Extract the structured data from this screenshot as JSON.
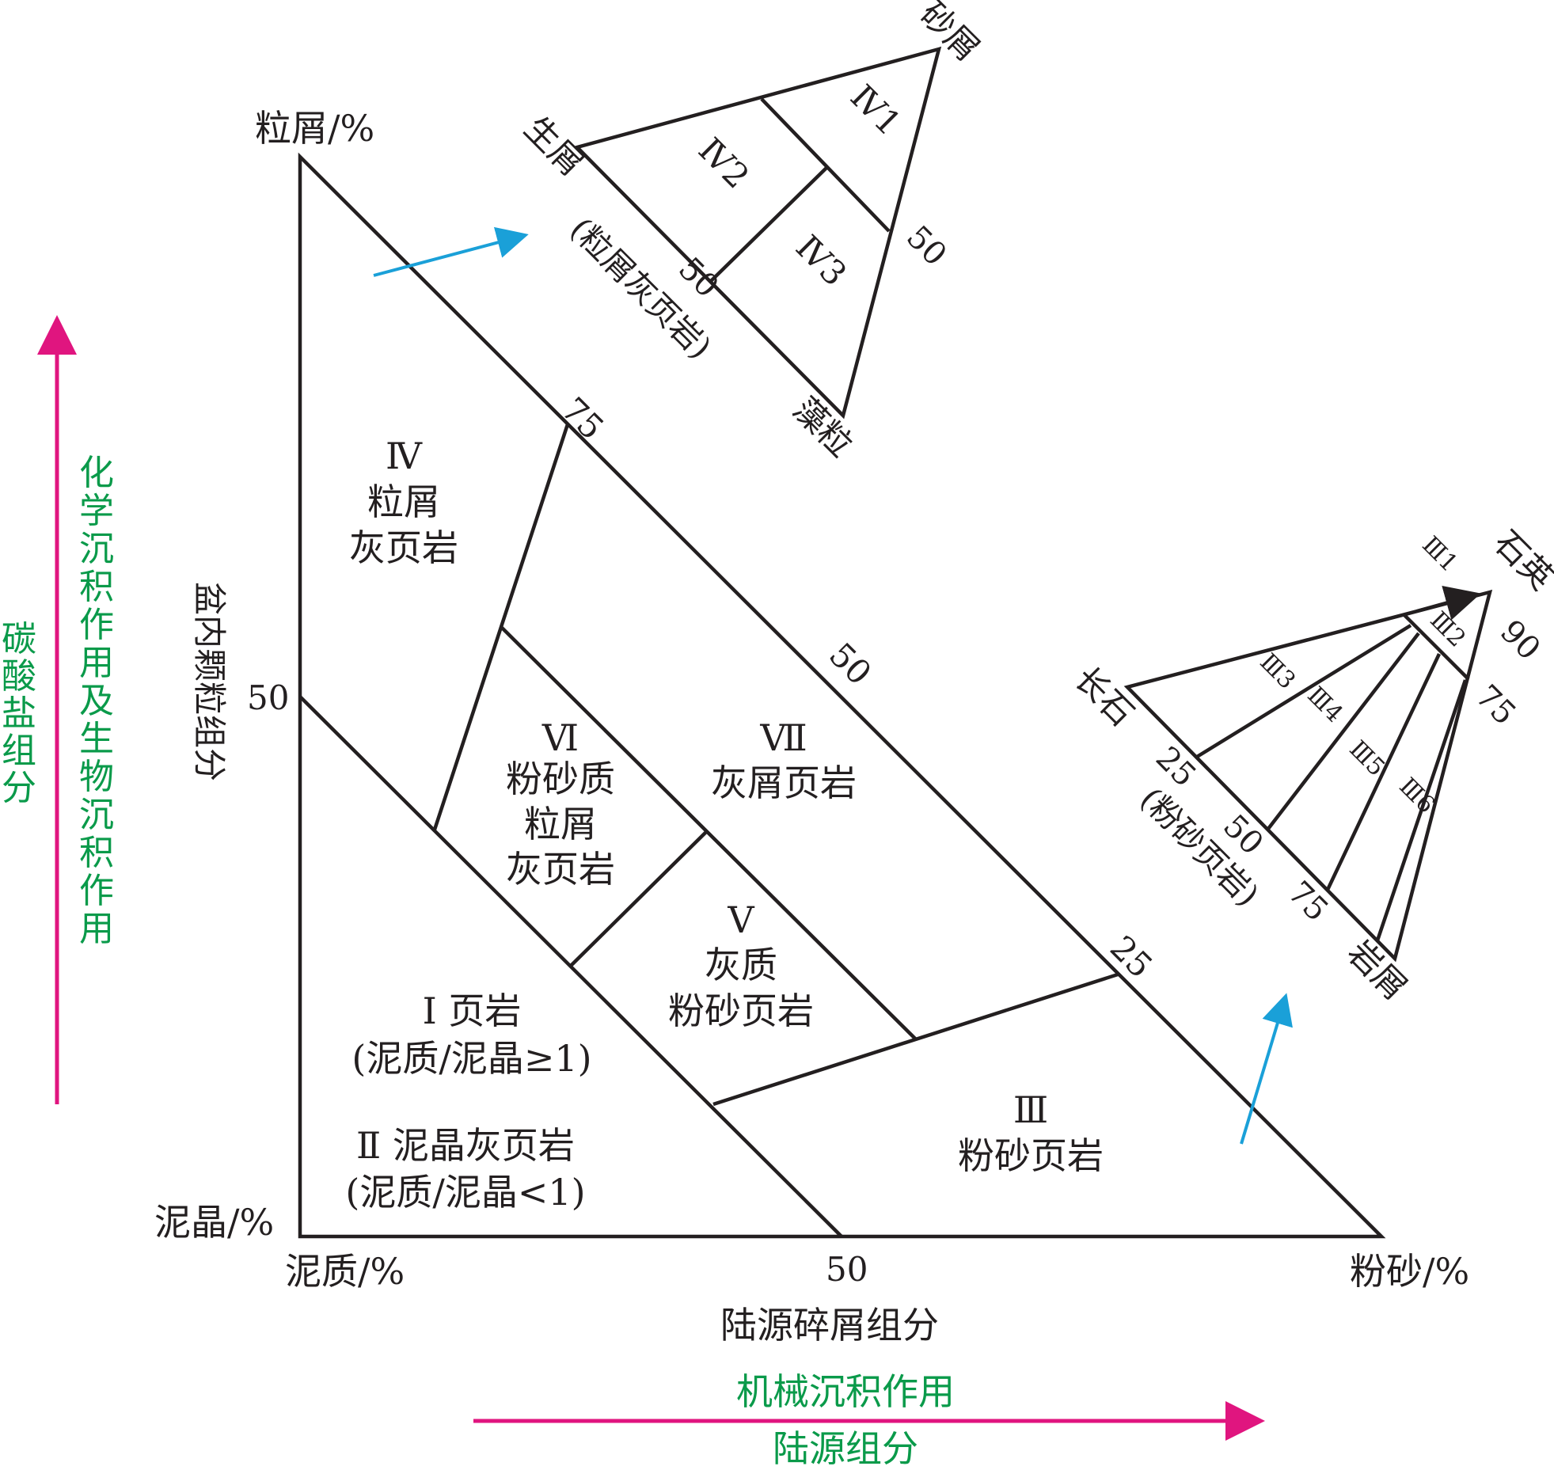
{
  "colors": {
    "arrow_pink": "#e0157f",
    "arrow_blue": "#1aa0d8",
    "text_green": "#0a9a4a",
    "line": "#231f20"
  },
  "main": {
    "vertex_top": "粒屑/%",
    "vertex_bottom_left_upper": "泥晶/%",
    "vertex_bottom_left_lower": "泥质/%",
    "vertex_right": "粉砂/%",
    "tick_left_50": "50",
    "tick_bottom_50": "50",
    "tick_hyp_75": "75",
    "tick_hyp_50": "50",
    "tick_hyp_25": "25",
    "axis_left": "盆内颗粒组分",
    "axis_bottom": "陆源碎屑组分",
    "regions": {
      "IV": {
        "roman": "Ⅳ",
        "l1": "粒屑",
        "l2": "灰页岩"
      },
      "VI": {
        "roman": "Ⅵ",
        "l1": "粉砂质",
        "l2": "粒屑",
        "l3": "灰页岩"
      },
      "VII": {
        "roman": "Ⅶ",
        "l1": "灰屑页岩"
      },
      "V": {
        "roman": "Ⅴ",
        "l1": "灰质",
        "l2": "粉砂页岩"
      },
      "I": {
        "l1": "Ⅰ 页岩",
        "l2": "(泥质/泥晶≥1)"
      },
      "II": {
        "l1": "Ⅱ 泥晶灰页岩",
        "l2": "(泥质/泥晶<1)"
      },
      "III": {
        "roman": "Ⅲ",
        "l1": "粉砂页岩"
      }
    }
  },
  "inset_top": {
    "vertex_top": "砂屑",
    "vertex_left": "生屑",
    "vertex_bottom": "藻粒",
    "tick_left_50": "50",
    "tick_right_50": "50",
    "caption": "(粒屑灰页岩)",
    "regions": {
      "IV1": "Ⅳ1",
      "IV2": "Ⅳ2",
      "IV3": "Ⅳ3"
    }
  },
  "inset_right": {
    "vertex_top": "石英",
    "vertex_left": "长石",
    "vertex_bottom": "岩屑",
    "tick_90": "90",
    "tick_75": "75",
    "tick_left_25": "25",
    "tick_left_50": "50",
    "tick_left_75": "75",
    "caption": "(粉砂页岩)",
    "regions": {
      "III1": "Ⅲ1",
      "III2": "Ⅲ2",
      "III3": "Ⅲ3",
      "III4": "Ⅲ4",
      "III5": "Ⅲ5",
      "III6": "Ⅲ6"
    }
  },
  "side": {
    "left_outer": "碳酸盐组分",
    "left_inner": "化学沉积作用及生物沉积作用",
    "bottom_upper": "机械沉积作用",
    "bottom_lower": "陆源组分"
  }
}
